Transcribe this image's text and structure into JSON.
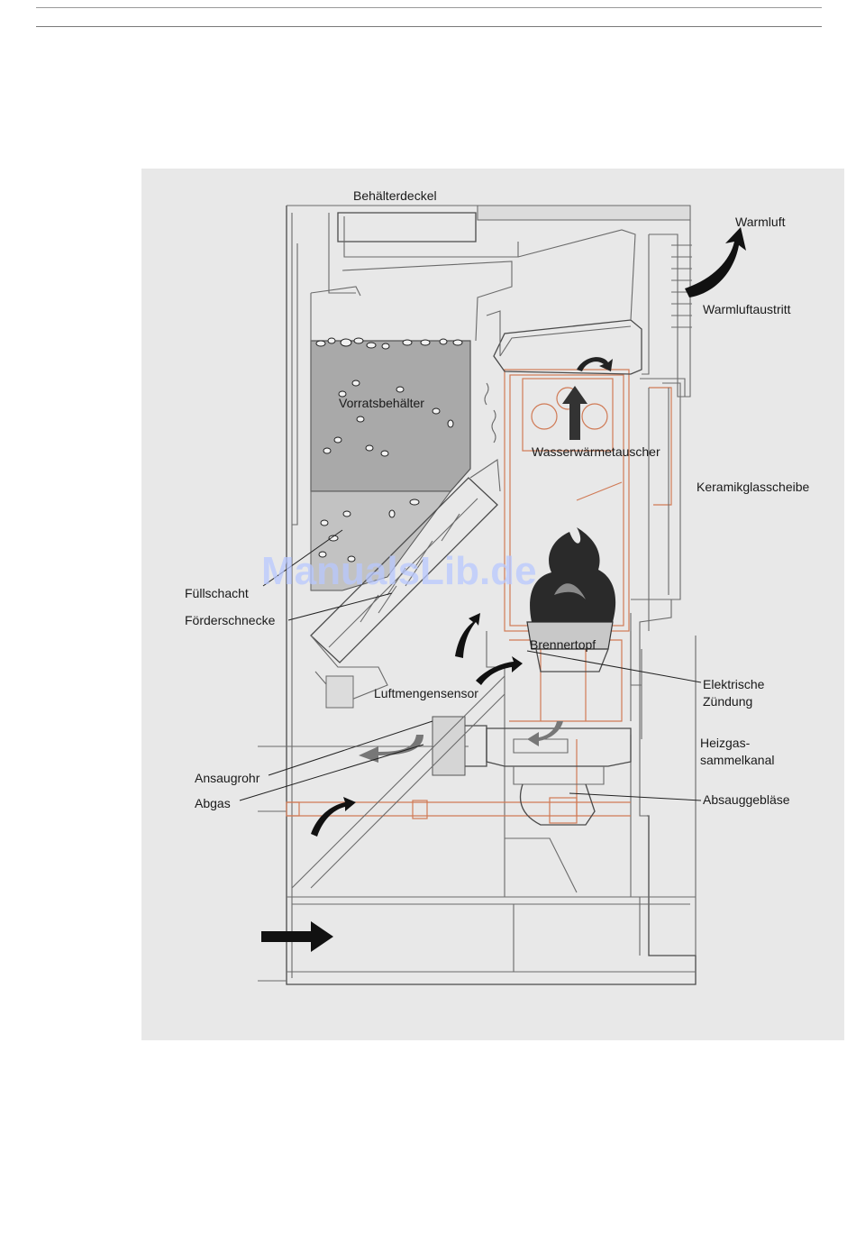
{
  "watermark": "ManualsLib.de",
  "labels": {
    "behaelterdeckel": "Behälterdeckel",
    "warmluft": "Warmluft",
    "warmluftaustritt": "Warmluftaustritt",
    "vorratsbehaelter": "Vorratsbehälter",
    "wasserwaermetauscher": "Wasserwärmetauscher",
    "keramikglasscheibe": "Keramikglasscheibe",
    "fuellschacht": "Füllschacht",
    "foerderschnecke": "Förderschnecke",
    "brennertopf": "Brennertopf",
    "elektrische": "Elektrische",
    "zuendung": "Zündung",
    "luftmengensensor": "Luftmengensensor",
    "heizgas": "Heizgas-",
    "sammelkanal": "sammelkanal",
    "ansaugrohr": "Ansaugrohr",
    "abgas": "Abgas",
    "absauggeblaese": "Absauggebläse"
  },
  "colors": {
    "panel": "#e8e8e8",
    "pellet_hopper": "#a9a9a9",
    "heat_exchanger": "#d07a55",
    "flame": "#2a2a2a",
    "arrow": "#111111"
  }
}
